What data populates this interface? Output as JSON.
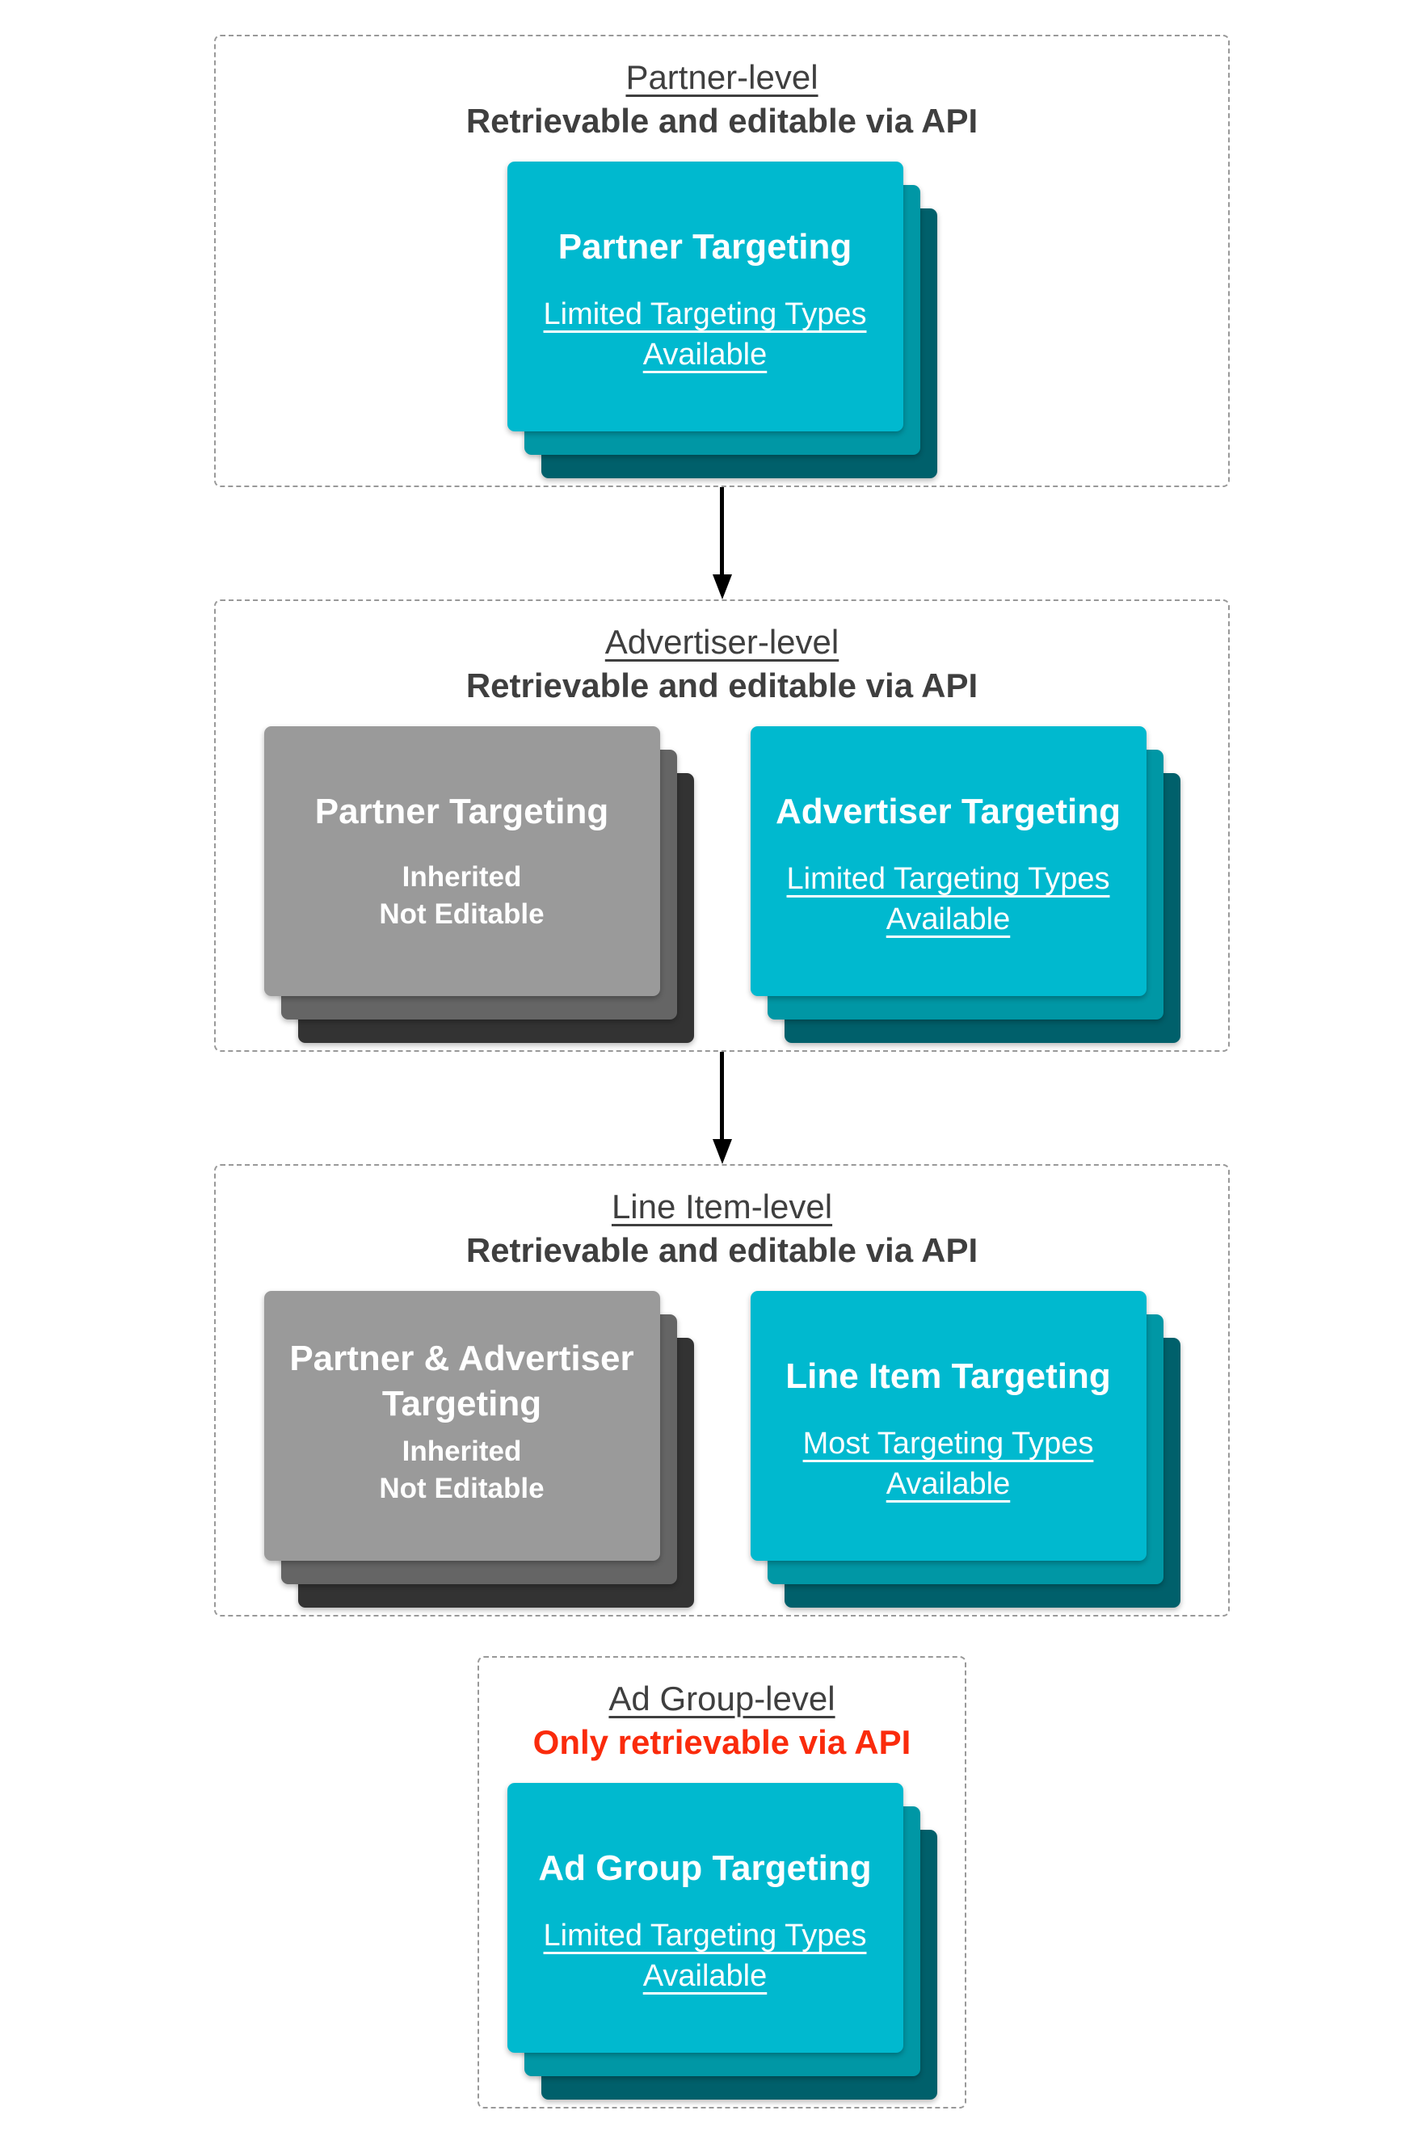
{
  "colors": {
    "cyan_front": "#00b9cf",
    "cyan_mid": "#0097a5",
    "cyan_back": "#00606b",
    "gray_front": "#9a9a9a",
    "gray_mid": "#656565",
    "gray_back": "#333333",
    "heading_text": "#3f3f3f",
    "alert_text": "#fa2b0c",
    "dash_border": "#999999",
    "card_text": "#ffffff",
    "arrow": "#000000"
  },
  "sections": [
    {
      "id": "partner-level",
      "title": "Partner-level",
      "subtitle": "Retrievable and editable via API",
      "cards": [
        {
          "variant": "cyan",
          "title_lines": [
            "Partner Targeting"
          ],
          "body_lines": [
            "Limited Targeting Types",
            "Available"
          ]
        }
      ]
    },
    {
      "id": "advertiser-level",
      "title": "Advertiser-level",
      "subtitle": "Retrievable and editable via API",
      "cards": [
        {
          "variant": "gray",
          "title_lines": [
            "Partner Targeting"
          ],
          "body_lines": [
            "Inherited",
            "Not Editable"
          ]
        },
        {
          "variant": "cyan",
          "title_lines": [
            "Advertiser Targeting"
          ],
          "body_lines": [
            "Limited Targeting Types",
            "Available"
          ]
        }
      ]
    },
    {
      "id": "line-item-level",
      "title": "Line Item-level",
      "subtitle": "Retrievable and editable via API",
      "cards": [
        {
          "variant": "gray",
          "title_lines": [
            "Partner & Advertiser",
            "Targeting"
          ],
          "body_lines": [
            "Inherited",
            "Not Editable"
          ]
        },
        {
          "variant": "cyan",
          "title_lines": [
            "Line Item Targeting"
          ],
          "body_lines": [
            "Most Targeting Types",
            "Available"
          ]
        }
      ]
    },
    {
      "id": "ad-group-level",
      "title": "Ad Group-level",
      "subtitle": "Only retrievable via API",
      "cards": [
        {
          "variant": "cyan",
          "title_lines": [
            "Ad Group Targeting"
          ],
          "body_lines": [
            "Limited Targeting Types",
            "Available"
          ]
        }
      ]
    }
  ],
  "arrows": [
    {
      "name": "arrow-partner-to-advertiser",
      "direction": "down"
    },
    {
      "name": "arrow-advertiser-to-line-item",
      "direction": "down"
    }
  ]
}
